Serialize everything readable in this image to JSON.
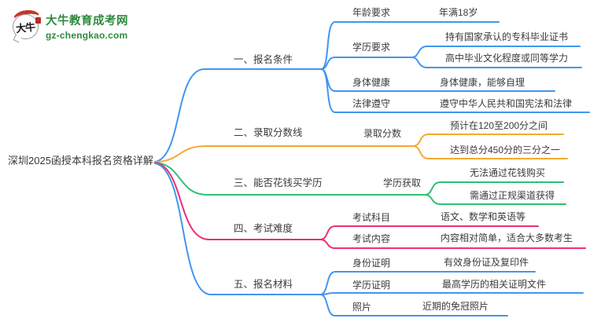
{
  "logo": {
    "site_name": "大牛教育成考网",
    "site_url": "gz-chengkao.com",
    "icon_text": "大牛"
  },
  "central_topic": "深圳2025函授本科报名资格详解",
  "colors": {
    "branch_blue": "#4196F0",
    "branch_orange": "#F6A832",
    "branch_green": "#2EC06F",
    "branch_pink": "#EE2D77",
    "logo_green": "#2E8B3D",
    "text": "#3b3b3b"
  },
  "branches": [
    {
      "label": "一、报名条件",
      "color": "#4196F0",
      "children": [
        {
          "label": "年龄要求",
          "children": [
            {
              "label": "年满18岁"
            }
          ]
        },
        {
          "label": "学历要求",
          "children": [
            {
              "label": "持有国家承认的专科毕业证书"
            },
            {
              "label": "高中毕业文化程度或同等学力"
            }
          ]
        },
        {
          "label": "身体健康",
          "children": [
            {
              "label": "身体健康，能够自理"
            }
          ]
        },
        {
          "label": "法律遵守",
          "children": [
            {
              "label": "遵守中华人民共和国宪法和法律"
            }
          ]
        }
      ]
    },
    {
      "label": "二、录取分数线",
      "color": "#F6A832",
      "children": [
        {
          "label": "录取分数",
          "children": [
            {
              "label": "预计在120至200分之间"
            },
            {
              "label": "达到总分450分的三分之一"
            }
          ]
        }
      ]
    },
    {
      "label": "三、能否花钱买学历",
      "color": "#2EC06F",
      "children": [
        {
          "label": "学历获取",
          "children": [
            {
              "label": "无法通过花钱购买"
            },
            {
              "label": "需通过正规渠道获得"
            }
          ]
        }
      ]
    },
    {
      "label": "四、考试难度",
      "color": "#EE2D77",
      "children": [
        {
          "label": "考试科目",
          "children": [
            {
              "label": "语文、数学和英语等"
            }
          ]
        },
        {
          "label": "考试内容",
          "children": [
            {
              "label": "内容相对简单，适合大多数考生"
            }
          ]
        }
      ]
    },
    {
      "label": "五、报名材料",
      "color": "#4196F0",
      "children": [
        {
          "label": "身份证明",
          "children": [
            {
              "label": "有效身份证及复印件"
            }
          ]
        },
        {
          "label": "学历证明",
          "children": [
            {
              "label": "最高学历的相关证明文件"
            }
          ]
        },
        {
          "label": "照片",
          "children": [
            {
              "label": "近期的免冠照片"
            }
          ]
        }
      ]
    }
  ]
}
